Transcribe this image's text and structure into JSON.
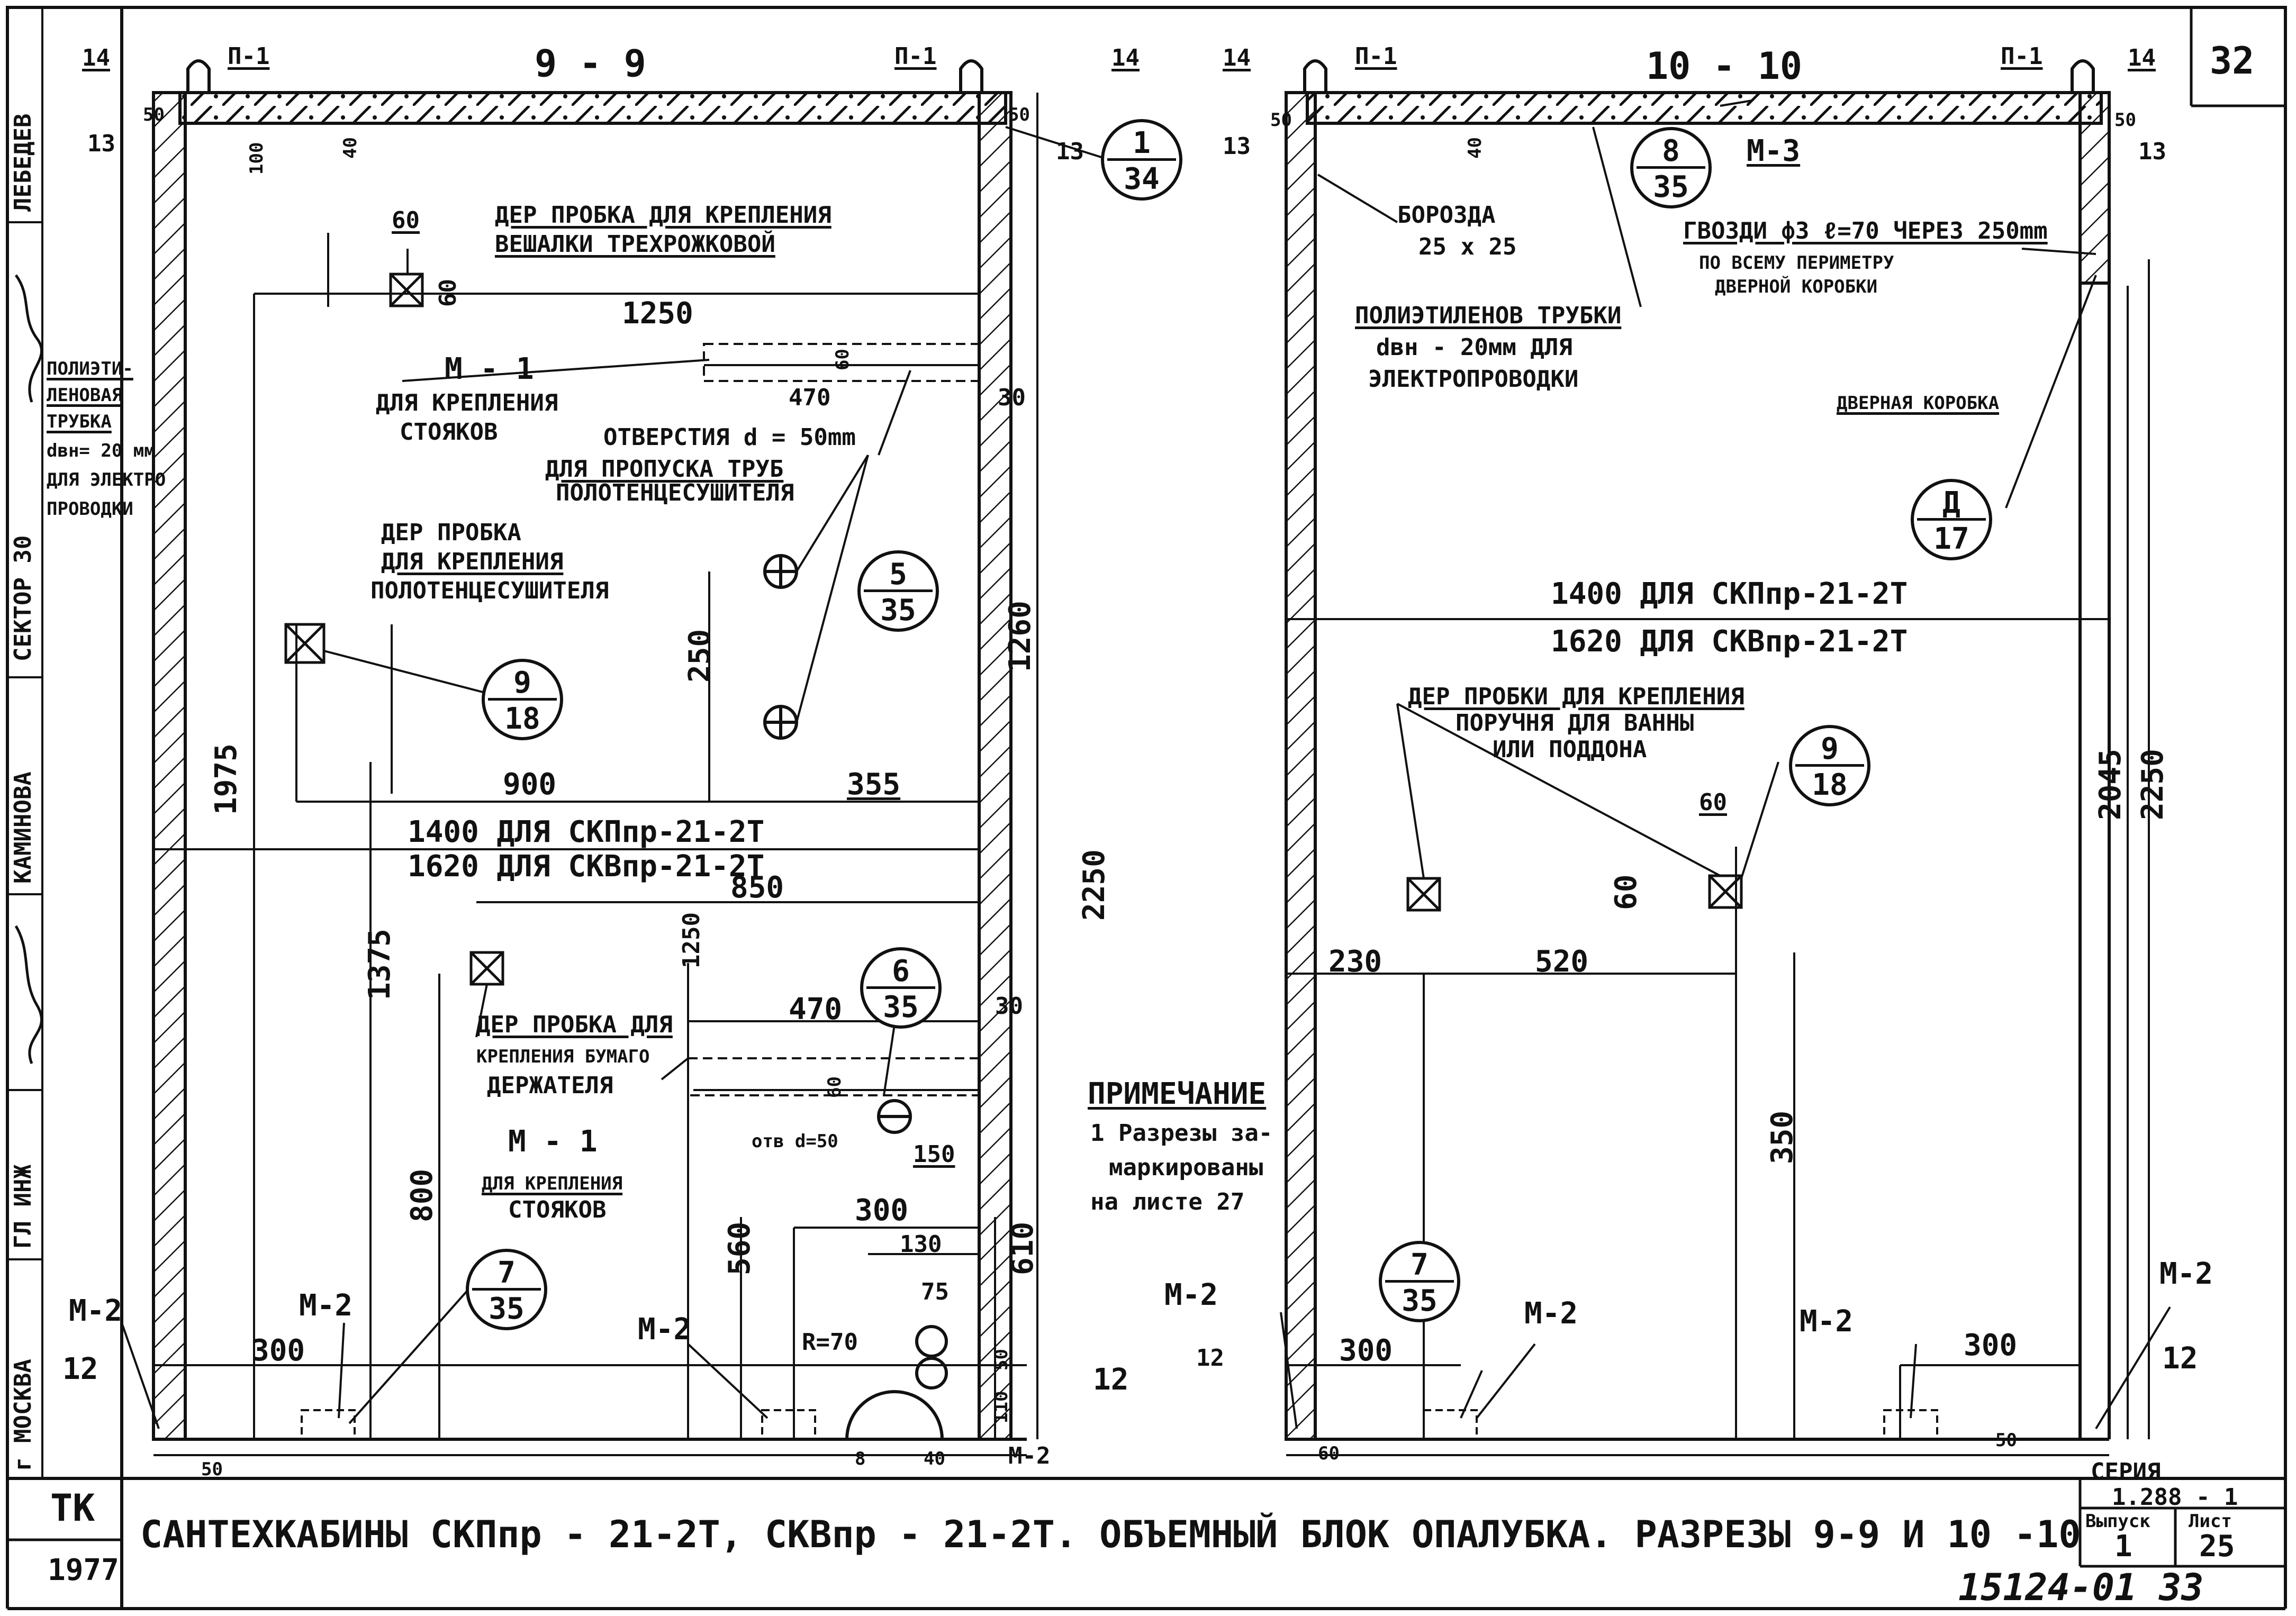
{
  "sheet_number": "32",
  "section_9_9": {
    "title": "9 - 9",
    "p1_left": "П-1",
    "p1_right": "П-1",
    "dims": {
      "d14_left": "14",
      "d14_right": "14",
      "d13_left": "13",
      "d13_right": "13",
      "d50_top_left": "50",
      "d50_top_right": "50",
      "d100": "100",
      "d40": "40",
      "d60_a": "60",
      "d60_b": "60",
      "d1250": "1250",
      "d470_top": "470",
      "d30_top": "30",
      "d60_m1": "60",
      "d250": "250",
      "d1260": "1260",
      "d1975": "1975",
      "d900": "900",
      "d355": "355",
      "d2250": "2250",
      "d850": "850",
      "d1375": "1375",
      "d1250_v": "1250",
      "d470_bot": "470",
      "d30_bot": "30",
      "d60_bot": "60",
      "d150": "150",
      "d800": "800",
      "d560": "560",
      "d300_mid": "300",
      "d130": "130",
      "d610": "610",
      "d75": "75",
      "d50_right": "50",
      "d110": "110",
      "d12_left": "12",
      "d12_right": "12",
      "d300_left": "300",
      "d50_bottom": "50",
      "d8": "8",
      "d40_bottom": "40",
      "radius": "R=70",
      "hole_d50": "отв d=50",
      "width_1400": "1400 ДЛЯ СКПпр-21-2Т",
      "width_1620": "1620 ДЛЯ СКВпр-21-2Т"
    },
    "labels": {
      "der_veshalki_1": "ДЕР ПРОБКА ДЛЯ КРЕПЛЕНИЯ",
      "der_veshalki_2": "ВЕШАЛКИ ТРЕХРОЖКОВОЙ",
      "m1_top": "М - 1",
      "m1_top_note_1": "ДЛЯ КРЕПЛЕНИЯ",
      "m1_top_note_2": "СТОЯКОВ",
      "holes_1": "ОТВЕРСТИЯ d = 50mm",
      "holes_2": "ДЛЯ ПРОПУСКА ТРУБ",
      "holes_3": "ПОЛОТЕНЦЕСУШИТЕЛЯ",
      "der_polot_1": "ДЕР ПРОБКА",
      "der_polot_2": "ДЛЯ КРЕПЛЕНИЯ",
      "der_polot_3": "ПОЛОТЕНЦЕСУШИТЕЛЯ",
      "pipe_1": "ПОЛИЭТИ-",
      "pipe_2": "ЛЕНОВАЯ",
      "pipe_3": "ТРУБКА",
      "pipe_4": "dвн= 20 мм",
      "pipe_5": "ДЛЯ ЭЛЕКТРО",
      "pipe_6": "ПРОВОДКИ",
      "der_bumag_1": "ДЕР ПРОБКА ДЛЯ",
      "der_bumag_2": "КРЕПЛЕНИЯ БУМАГО",
      "der_bumag_3": "ДЕРЖАТЕЛЯ",
      "m1_bot": "М - 1",
      "m1_bot_note_1": "ДЛЯ КРЕПЛЕНИЯ",
      "m1_bot_note_2": "СТОЯКОВ",
      "m2_a": "М-2",
      "m2_b": "М-2",
      "m2_c": "М-2",
      "m2_d": "М-2"
    },
    "bubbles": [
      {
        "top": "1",
        "bottom": "34"
      },
      {
        "top": "5",
        "bottom": "35"
      },
      {
        "top": "9",
        "bottom": "18"
      },
      {
        "top": "6",
        "bottom": "35"
      },
      {
        "top": "7",
        "bottom": "35"
      }
    ]
  },
  "section_10_10": {
    "title": "10 - 10",
    "p1_left": "П-1",
    "p1_right": "П-1",
    "dims": {
      "d14_left": "14",
      "d14_right": "14",
      "d13_left": "13",
      "d13_right": "13",
      "d50_left": "50",
      "d50_right": "50",
      "d40": "40",
      "d60": "60",
      "d60_v": "60",
      "d230": "230",
      "d520": "520",
      "d2045": "2045",
      "d2250": "2250",
      "d350": "350",
      "d300_left": "300",
      "d300_right": "300",
      "d12_left": "12",
      "d12_right": "12",
      "d50_bottom": "50",
      "d60_bottom": "60",
      "width_1400": "1400 ДЛЯ СКПпр-21-2Т",
      "width_1620": "1620 ДЛЯ СКВпр-21-2Т"
    },
    "labels": {
      "borozda_1": "БОРОЗДА",
      "borozda_2": "25 х 25",
      "m3": "М-3",
      "gvozdi_1": "ГВОЗДИ ф3 ℓ=70 ЧЕРЕЗ 250mm",
      "gvozdi_2": "ПО ВСЕМУ ПЕРИМЕТРУ",
      "gvozdi_3": "ДВЕРНОЙ КОРОБКИ",
      "poly_1": "ПОЛИЭТИЛЕНОВ ТРУБКИ",
      "poly_2": "dвн - 20мм ДЛЯ",
      "poly_3": "ЭЛЕКТРОПРОВОДКИ",
      "door_frame": "ДВЕРНАЯ КОРОБКА",
      "der_poruch_1": "ДЕР ПРОБКИ ДЛЯ КРЕПЛЕНИЯ",
      "der_poruch_2": "ПОРУЧНЯ ДЛЯ ВАННЫ",
      "der_poruch_3": "ИЛИ ПОДДОНА",
      "m2_a": "М-2",
      "m2_b": "М-2",
      "m2_c": "М-2",
      "m2_d": "М-2"
    },
    "bubbles": [
      {
        "top": "8",
        "bottom": "35"
      },
      {
        "top": "Д",
        "bottom": "17"
      },
      {
        "top": "9",
        "bottom": "18"
      },
      {
        "top": "7",
        "bottom": "35"
      }
    ]
  },
  "note": {
    "title": "ПРИМЕЧАНИЕ",
    "line1": "1 Разрезы за-",
    "line2": "маркированы",
    "line3": "на листе  27"
  },
  "side_stamp": {
    "names": [
      "ЛЕБЕДЕВ",
      "СЕКТОР 30",
      "КАМИНОВА",
      "ГЛ ИНЖ",
      "г МОСКВА"
    ]
  },
  "title_block": {
    "org": "ТК",
    "year": "1977",
    "title": "САНТЕХКАБИНЫ СКПпр - 21-2Т, СКВпр - 21-2Т. ОБЪЕМНЫЙ БЛОК ОПАЛУБКА. РАЗРЕЗЫ 9-9 И 10 -10",
    "series_label": "СЕРИЯ",
    "series_value": "1.288 - 1",
    "issue_label": "Выпуск",
    "issue_value": "1",
    "sheet_label": "Лист",
    "sheet_value": "25"
  },
  "archive_number": "15124-01   33"
}
